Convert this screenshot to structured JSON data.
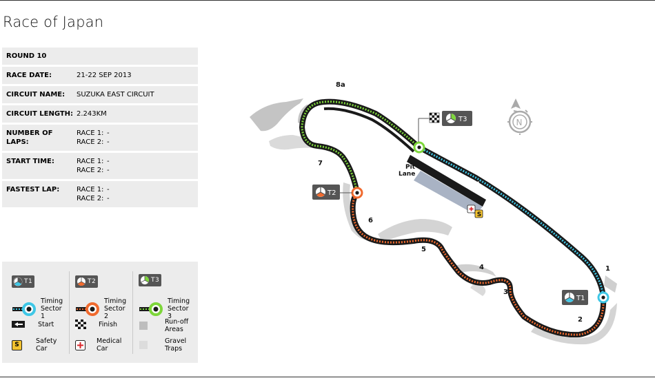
{
  "title": "Race of Japan",
  "info": {
    "round": "ROUND 10",
    "race_date": {
      "label": "RACE DATE:",
      "value": "21-22 SEP 2013"
    },
    "circuit_name": {
      "label": "CIRCUIT NAME:",
      "value": "SUZUKA EAST CIRCUIT"
    },
    "circuit_length": {
      "label": "CIRCUIT LENGTH:",
      "value": "2.243KM"
    },
    "laps": {
      "label": "NUMBER OF LAPS:",
      "race1": "RACE 1:",
      "race1_value": "-",
      "race2": "RACE 2:",
      "race2_value": "-"
    },
    "start_time": {
      "label": "START TIME:",
      "race1": "RACE 1:",
      "race1_value": "-",
      "race2": "RACE 2:",
      "race2_value": "-"
    },
    "fastest_lap": {
      "label": "FASTEST LAP:",
      "race1": "RACE 1:",
      "race1_value": "-",
      "race2": "RACE 2:",
      "race2_value": "-"
    }
  },
  "legend": {
    "t1": "T1",
    "t2": "T2",
    "t3": "T3",
    "timing1": "Timing Sector 1",
    "timing2": "Timing Sector 2",
    "timing3": "Timing Sector 3",
    "start": "Start",
    "finish": "Finish",
    "runoff": "Run-off Areas",
    "safety": "Safety Car",
    "medical": "Medical Car",
    "gravel": "Gravel Traps",
    "safety_letter": "S"
  },
  "map": {
    "turns": [
      "1",
      "2",
      "3",
      "4",
      "5",
      "6",
      "7",
      "8a"
    ],
    "pit_lane": "Pit Lane",
    "badge_t1": "T1",
    "badge_t2": "T2",
    "badge_t3": "T3",
    "compass": "N",
    "safety_letter": "S"
  },
  "colors": {
    "sector1": "#3fc7e6",
    "sector2": "#f06a2e",
    "sector3": "#7dd63a",
    "track": "#1a1a1a",
    "runoff": "#bdbdbd",
    "safety": "#f2c230",
    "medical": "#d9262a"
  },
  "icons": [
    "mercedes-star-icon",
    "flag-icon",
    "chequered-flag-icon",
    "compass-icon",
    "plus-icon",
    "start-arrow-icon"
  ]
}
